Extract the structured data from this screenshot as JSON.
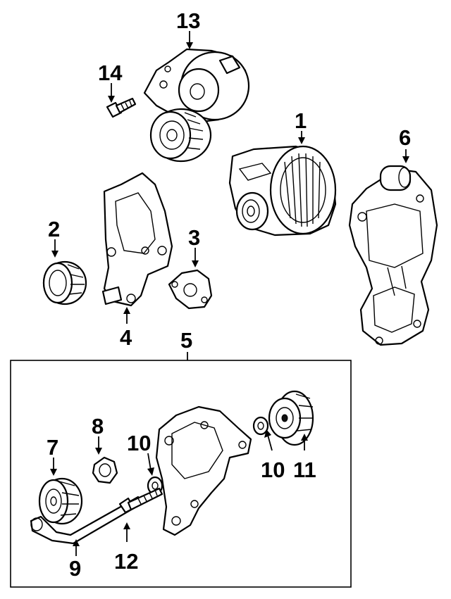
{
  "callouts": {
    "n1": "1",
    "n2": "2",
    "n3": "3",
    "n4": "4",
    "n5": "5",
    "n6": "6",
    "n7": "7",
    "n8": "8",
    "n9": "9",
    "n10a": "10",
    "n10b": "10",
    "n11": "11",
    "n12": "12",
    "n13": "13",
    "n14": "14"
  }
}
